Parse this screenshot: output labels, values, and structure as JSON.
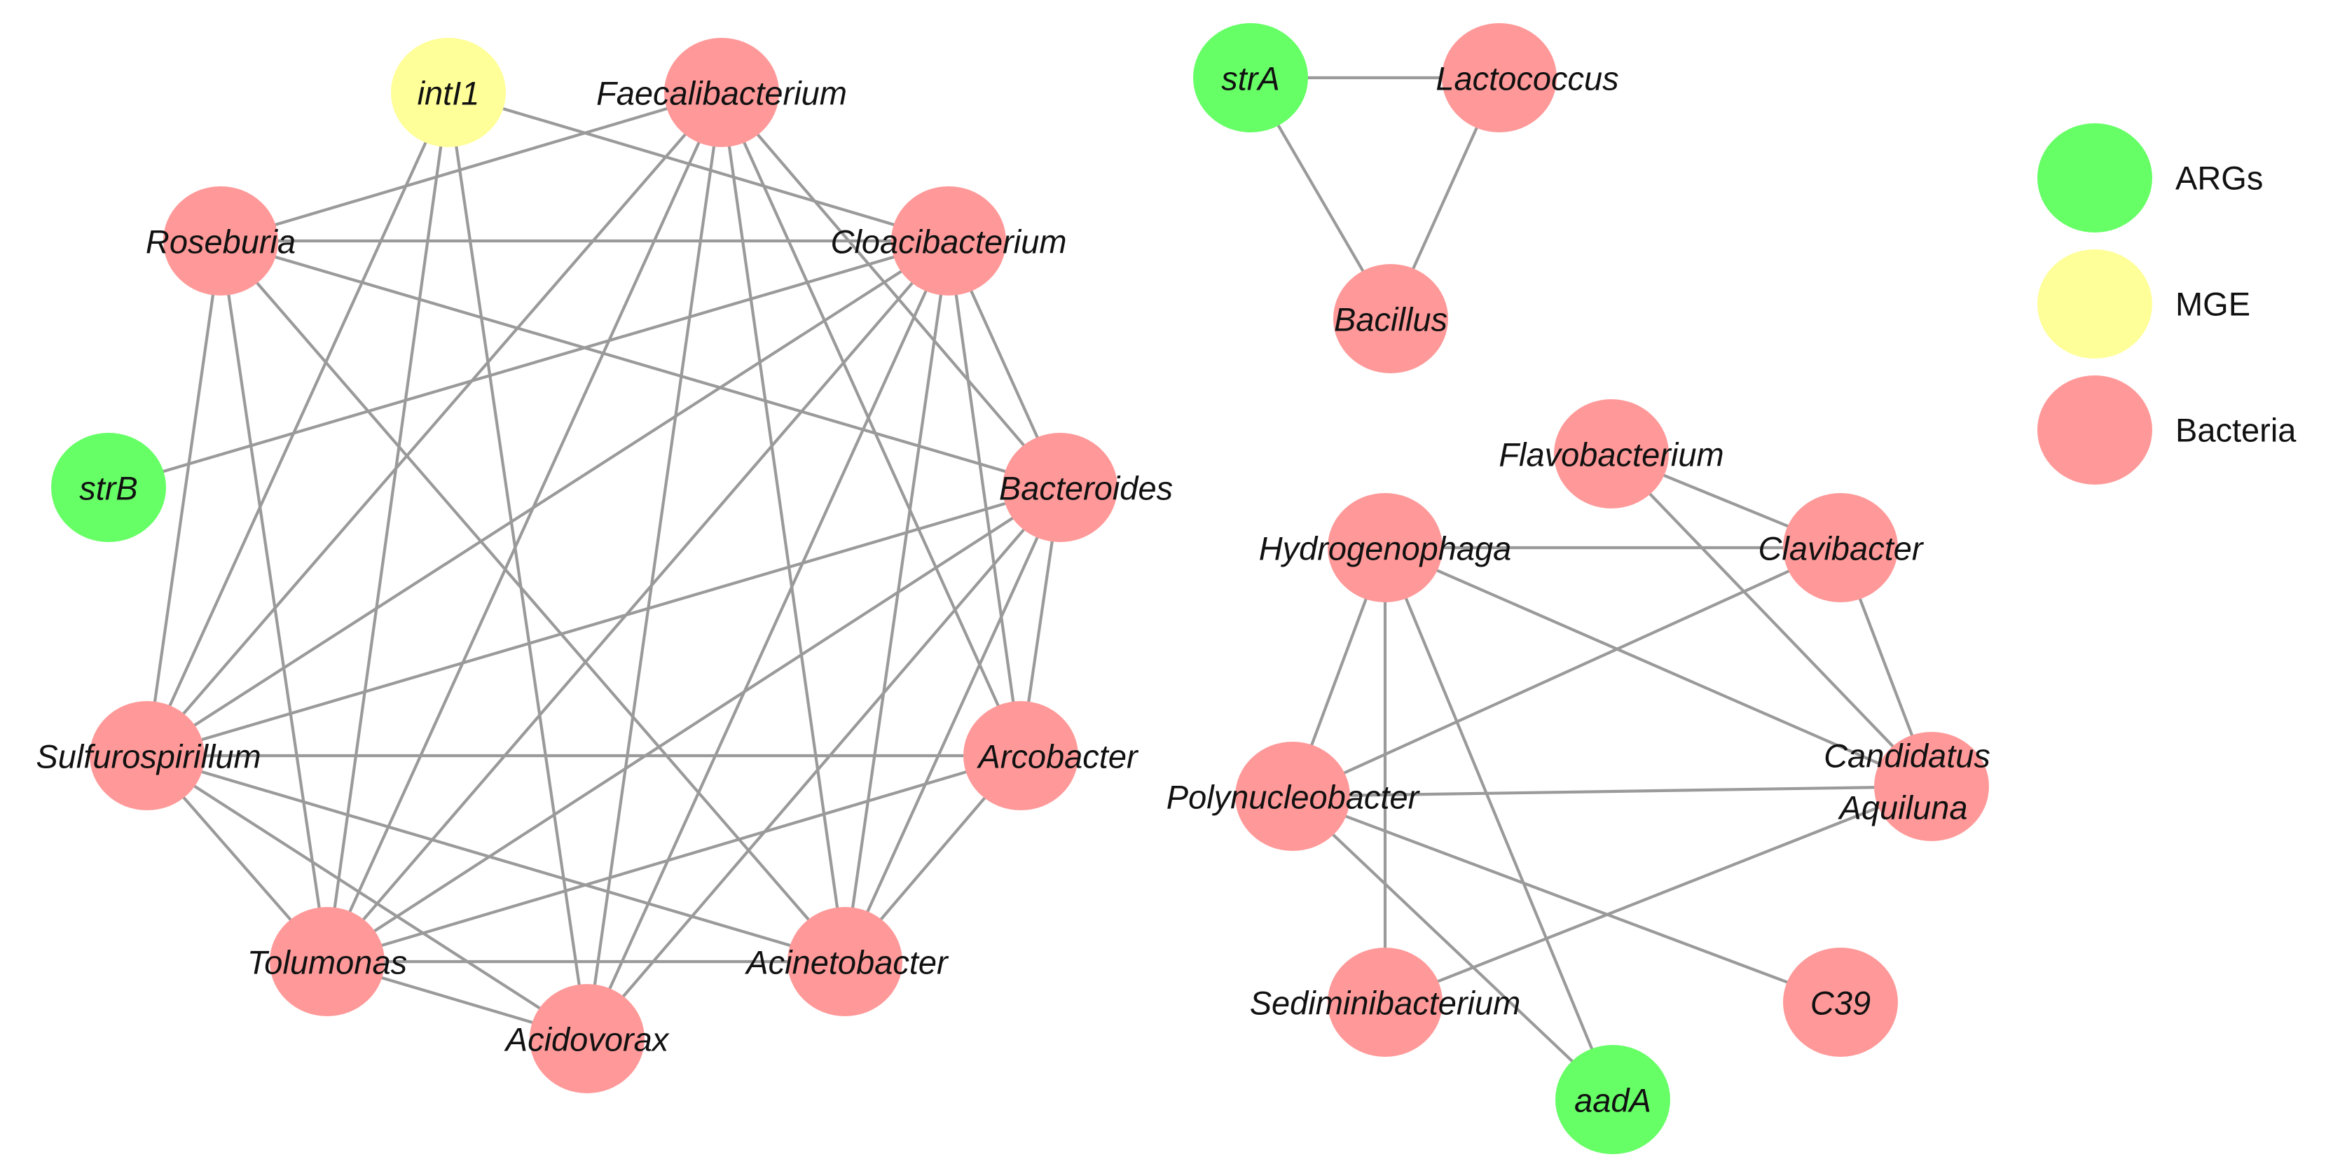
{
  "colors": {
    "ARG": "#66ff66",
    "MGE": "#ffff99",
    "Bacteria": "#ff9999",
    "edge": "#9a9a9a"
  },
  "legend": [
    {
      "key": "ARG",
      "label": "ARGs"
    },
    {
      "key": "MGE",
      "label": "MGE"
    },
    {
      "key": "Bacteria",
      "label": "Bacteria"
    }
  ],
  "nodes": [
    {
      "id": "intI1",
      "label": "intI1",
      "type": "MGE"
    },
    {
      "id": "faecalibacterium",
      "label": "Faecalibacterium",
      "type": "Bacteria"
    },
    {
      "id": "roseburia",
      "label": "Roseburia",
      "type": "Bacteria"
    },
    {
      "id": "cloacibacterium",
      "label": "Cloacibacterium",
      "type": "Bacteria"
    },
    {
      "id": "strB",
      "label": "strB",
      "type": "ARG"
    },
    {
      "id": "bacteroides",
      "label": "Bacteroides",
      "type": "Bacteria"
    },
    {
      "id": "sulfurospirillum",
      "label": "Sulfurospirillum",
      "type": "Bacteria"
    },
    {
      "id": "arcobacter",
      "label": "Arcobacter",
      "type": "Bacteria"
    },
    {
      "id": "tolumonas",
      "label": "Tolumonas",
      "type": "Bacteria"
    },
    {
      "id": "acinetobacter",
      "label": "Acinetobacter",
      "type": "Bacteria"
    },
    {
      "id": "acidovorax",
      "label": "Acidovorax",
      "type": "Bacteria"
    },
    {
      "id": "strA",
      "label": "strA",
      "type": "ARG"
    },
    {
      "id": "lactococcus",
      "label": "Lactococcus",
      "type": "Bacteria"
    },
    {
      "id": "bacillus",
      "label": "Bacillus",
      "type": "Bacteria"
    },
    {
      "id": "flavobacterium",
      "label": "Flavobacterium",
      "type": "Bacteria"
    },
    {
      "id": "hydrogenophaga",
      "label": "Hydrogenophaga",
      "type": "Bacteria"
    },
    {
      "id": "clavibacter",
      "label": "Clavibacter",
      "type": "Bacteria"
    },
    {
      "id": "polynucleobacter",
      "label": "Polynucleobacter",
      "type": "Bacteria"
    },
    {
      "id": "candidatus",
      "label": "Candidatus Aquiluna",
      "type": "Bacteria"
    },
    {
      "id": "sediminibacterium",
      "label": "Sediminibacterium",
      "type": "Bacteria"
    },
    {
      "id": "c39",
      "label": "C39",
      "type": "Bacteria"
    },
    {
      "id": "aadA",
      "label": "aadA",
      "type": "ARG"
    }
  ],
  "edges": [
    [
      "intI1",
      "cloacibacterium"
    ],
    [
      "intI1",
      "sulfurospirillum"
    ],
    [
      "intI1",
      "tolumonas"
    ],
    [
      "intI1",
      "acidovorax"
    ],
    [
      "faecalibacterium",
      "roseburia"
    ],
    [
      "faecalibacterium",
      "sulfurospirillum"
    ],
    [
      "faecalibacterium",
      "tolumonas"
    ],
    [
      "faecalibacterium",
      "acidovorax"
    ],
    [
      "faecalibacterium",
      "acinetobacter"
    ],
    [
      "faecalibacterium",
      "arcobacter"
    ],
    [
      "faecalibacterium",
      "bacteroides"
    ],
    [
      "roseburia",
      "cloacibacterium"
    ],
    [
      "roseburia",
      "bacteroides"
    ],
    [
      "roseburia",
      "acinetobacter"
    ],
    [
      "roseburia",
      "sulfurospirillum"
    ],
    [
      "roseburia",
      "tolumonas"
    ],
    [
      "cloacibacterium",
      "strB"
    ],
    [
      "cloacibacterium",
      "sulfurospirillum"
    ],
    [
      "cloacibacterium",
      "tolumonas"
    ],
    [
      "cloacibacterium",
      "acidovorax"
    ],
    [
      "cloacibacterium",
      "acinetobacter"
    ],
    [
      "cloacibacterium",
      "arcobacter"
    ],
    [
      "cloacibacterium",
      "bacteroides"
    ],
    [
      "bacteroides",
      "sulfurospirillum"
    ],
    [
      "bacteroides",
      "tolumonas"
    ],
    [
      "bacteroides",
      "acidovorax"
    ],
    [
      "bacteroides",
      "acinetobacter"
    ],
    [
      "bacteroides",
      "arcobacter"
    ],
    [
      "sulfurospirillum",
      "arcobacter"
    ],
    [
      "sulfurospirillum",
      "tolumonas"
    ],
    [
      "sulfurospirillum",
      "acidovorax"
    ],
    [
      "sulfurospirillum",
      "acinetobacter"
    ],
    [
      "arcobacter",
      "tolumonas"
    ],
    [
      "arcobacter",
      "acinetobacter"
    ],
    [
      "tolumonas",
      "acinetobacter"
    ],
    [
      "tolumonas",
      "acidovorax"
    ],
    [
      "strA",
      "lactococcus"
    ],
    [
      "strA",
      "bacillus"
    ],
    [
      "lactococcus",
      "bacillus"
    ],
    [
      "flavobacterium",
      "clavibacter"
    ],
    [
      "flavobacterium",
      "candidatus"
    ],
    [
      "hydrogenophaga",
      "clavibacter"
    ],
    [
      "hydrogenophaga",
      "polynucleobacter"
    ],
    [
      "hydrogenophaga",
      "sediminibacterium"
    ],
    [
      "hydrogenophaga",
      "aadA"
    ],
    [
      "hydrogenophaga",
      "candidatus"
    ],
    [
      "clavibacter",
      "polynucleobacter"
    ],
    [
      "clavibacter",
      "candidatus"
    ],
    [
      "polynucleobacter",
      "candidatus"
    ],
    [
      "polynucleobacter",
      "aadA"
    ],
    [
      "polynucleobacter",
      "c39"
    ],
    [
      "sediminibacterium",
      "candidatus"
    ]
  ]
}
